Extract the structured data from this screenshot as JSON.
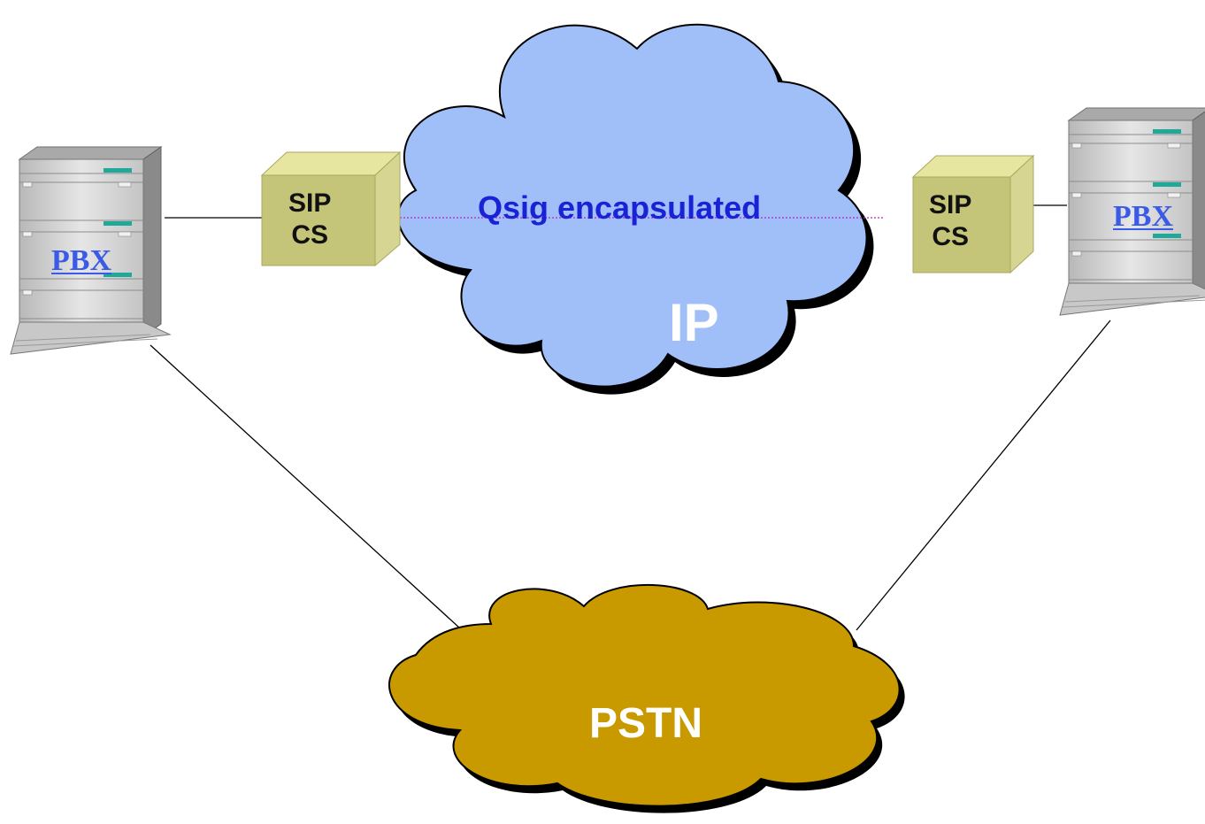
{
  "diagram": {
    "ip_cloud": {
      "label": "IP",
      "color": "#a0bff8"
    },
    "pstn_cloud": {
      "label": "PSTN",
      "color": "#c99a00"
    },
    "encapsulation": {
      "label": "Qsig encapsulated",
      "color": "#1b22d6"
    },
    "sip_cs_left": {
      "line1": "SIP",
      "line2": "CS",
      "color": "#c5c57a"
    },
    "sip_cs_right": {
      "line1": "SIP",
      "line2": "CS",
      "color": "#c5c57a"
    },
    "pbx_left": {
      "label": "PBX"
    },
    "pbx_right": {
      "label": "PBX"
    }
  }
}
